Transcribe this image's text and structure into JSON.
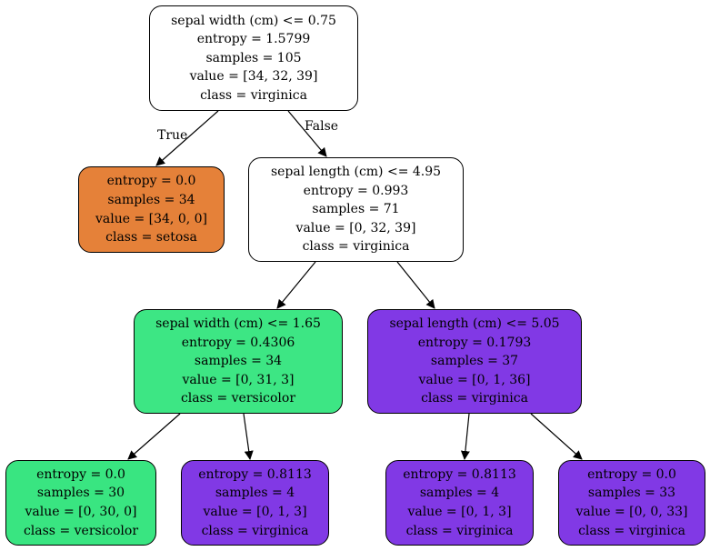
{
  "edge_labels": {
    "true_label": "True",
    "false_label": "False"
  },
  "nodes": [
    {
      "id": "root",
      "fill": "#ffffff",
      "lines": [
        "sepal width (cm) <= 0.75",
        "entropy = 1.5799",
        "samples = 105",
        "value = [34, 32, 39]",
        "class = virginica"
      ]
    },
    {
      "id": "n1",
      "fill": "#e58139",
      "lines": [
        "entropy = 0.0",
        "samples = 34",
        "value = [34, 0, 0]",
        "class = setosa"
      ]
    },
    {
      "id": "n2",
      "fill": "#ffffff",
      "lines": [
        "sepal length (cm) <= 4.95",
        "entropy = 0.993",
        "samples = 71",
        "value = [0, 32, 39]",
        "class = virginica"
      ]
    },
    {
      "id": "n3",
      "fill": "#3de684",
      "lines": [
        "sepal width (cm) <= 1.65",
        "entropy = 0.4306",
        "samples = 34",
        "value = [0, 31, 3]",
        "class = versicolor"
      ]
    },
    {
      "id": "n4",
      "fill": "#8139e5",
      "lines": [
        "sepal length (cm) <= 5.05",
        "entropy = 0.1793",
        "samples = 37",
        "value = [0, 1, 36]",
        "class = virginica"
      ]
    },
    {
      "id": "n5",
      "fill": "#39e581",
      "lines": [
        "entropy = 0.0",
        "samples = 30",
        "value = [0, 30, 0]",
        "class = versicolor"
      ]
    },
    {
      "id": "n6",
      "fill": "#8139e5",
      "lines": [
        "entropy = 0.8113",
        "samples = 4",
        "value = [0, 1, 3]",
        "class = virginica"
      ]
    },
    {
      "id": "n7",
      "fill": "#8139e5",
      "lines": [
        "entropy = 0.8113",
        "samples = 4",
        "value = [0, 1, 3]",
        "class = virginica"
      ]
    },
    {
      "id": "n8",
      "fill": "#8139e5",
      "lines": [
        "entropy = 0.0",
        "samples = 33",
        "value = [0, 0, 33]",
        "class = virginica"
      ]
    }
  ],
  "edges": [
    {
      "from": "root",
      "to": "n1"
    },
    {
      "from": "root",
      "to": "n2"
    },
    {
      "from": "n2",
      "to": "n3"
    },
    {
      "from": "n2",
      "to": "n4"
    },
    {
      "from": "n3",
      "to": "n5"
    },
    {
      "from": "n3",
      "to": "n6"
    },
    {
      "from": "n4",
      "to": "n7"
    },
    {
      "from": "n4",
      "to": "n8"
    }
  ]
}
